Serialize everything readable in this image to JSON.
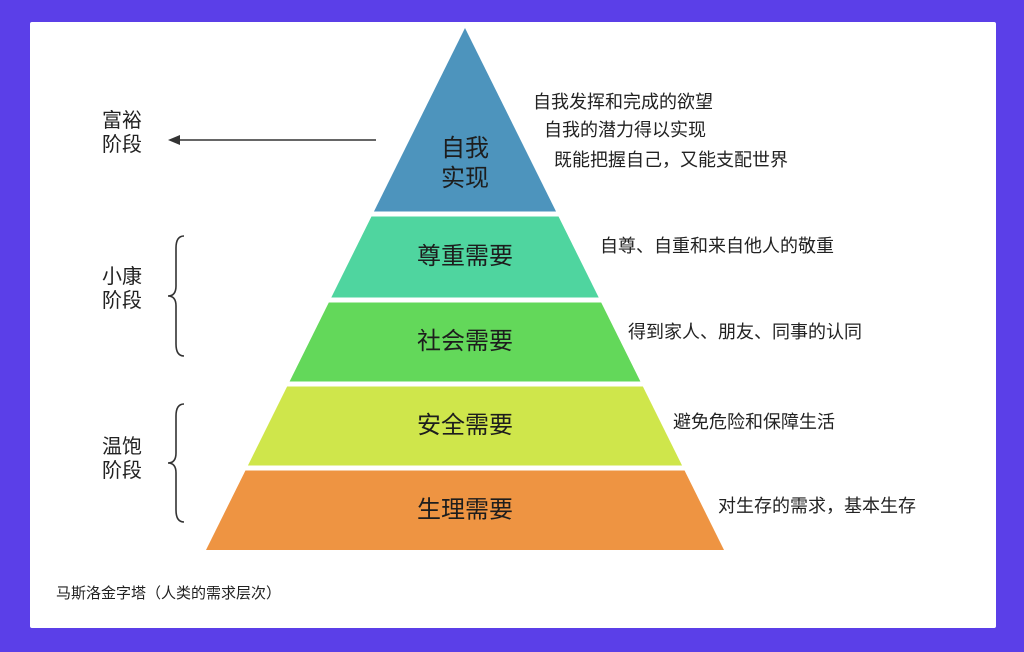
{
  "diagram": {
    "caption": "马斯洛金字塔（人类的需求层次）",
    "levels": [
      {
        "label_lines": [
          "自我",
          "实现"
        ],
        "color": "#4d94bd",
        "descriptions": [
          "自我发挥和完成的欲望",
          "自我的潜力得以实现",
          "既能把握自己，又能支配世界"
        ]
      },
      {
        "label_lines": [
          "尊重需要"
        ],
        "color": "#4fd59f",
        "descriptions": [
          "自尊、自重和来自他人的敬重"
        ]
      },
      {
        "label_lines": [
          "社会需要"
        ],
        "color": "#63d85a",
        "descriptions": [
          "得到家人、朋友、同事的认同"
        ]
      },
      {
        "label_lines": [
          "安全需要"
        ],
        "color": "#cfe64b",
        "descriptions": [
          "避免危险和保障生活"
        ]
      },
      {
        "label_lines": [
          "生理需要"
        ],
        "color": "#ee9442",
        "descriptions": [
          "对生存的需求，基本生存"
        ]
      }
    ],
    "stages": [
      {
        "lines": [
          "富裕",
          "阶段"
        ],
        "marker": "arrow"
      },
      {
        "lines": [
          "小康",
          "阶段"
        ],
        "marker": "brace"
      },
      {
        "lines": [
          "温饱",
          "阶段"
        ],
        "marker": "brace"
      }
    ]
  }
}
